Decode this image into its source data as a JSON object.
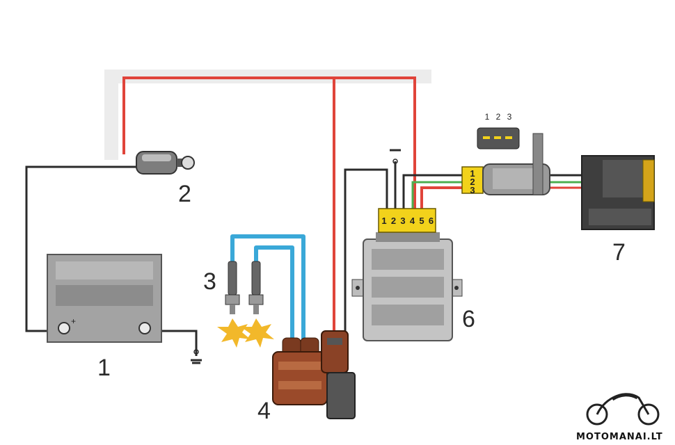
{
  "labels": {
    "battery": "1",
    "ignition_switch": "2",
    "spark_plugs": "3",
    "ignition_coil": "4",
    "control_unit": "6",
    "sensor": "7"
  },
  "ecu_pins": [
    "1",
    "2",
    "3",
    "4",
    "5",
    "6"
  ],
  "sensor_connector_pins": [
    "1",
    "2",
    "3"
  ],
  "sensor_pin_legend": [
    "1",
    "2",
    "3"
  ],
  "battery_terminal": "+",
  "watermark": "MOTOMANAI.LT",
  "colors": {
    "red_wire": "#e0443a",
    "black_wire": "#2b2b2b",
    "blue_wire": "#3aa8d8",
    "green_wire": "#4caf50",
    "yellow_connector": "#f2d21b",
    "coil_body": "#9a4a2a",
    "module_gray": "#bdbdbd"
  }
}
